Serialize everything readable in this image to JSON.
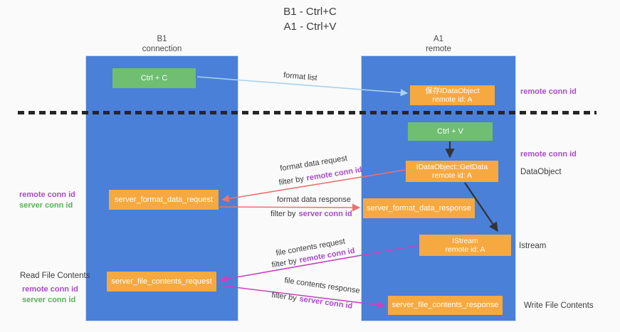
{
  "title": {
    "line1": "B1 - Ctrl+C",
    "line2": "A1 - Ctrl+V"
  },
  "lanes": {
    "left": {
      "name": "B1",
      "role": "connection"
    },
    "right": {
      "name": "A1",
      "role": "remote"
    }
  },
  "boxes": {
    "ctrl_c": {
      "label": "Ctrl + C"
    },
    "save_dataobject": {
      "line1": "保存IDataObject",
      "line2": "remote id: A"
    },
    "ctrl_v": {
      "label": "Ctrl + V"
    },
    "getdata": {
      "line1": "IDataObject::GetData",
      "line2": "remote id: A"
    },
    "format_request": {
      "label": "server_format_data_request"
    },
    "format_response": {
      "label": "server_format_data_response"
    },
    "istream": {
      "line1": "IStream",
      "line2": "remote id: A"
    },
    "file_request": {
      "label": "server_file_contents_request"
    },
    "file_response": {
      "label": "server_file_contents_response"
    }
  },
  "arrow_labels": {
    "format_list": "format list",
    "format_data_request": "format data request",
    "format_data_response": "format data response",
    "file_contents_request": "file contents request",
    "file_contents_response": "file contents response",
    "filter_by": "filter by",
    "remote_conn_id": "remote conn id",
    "server_conn_id": "server conn id"
  },
  "side_labels": {
    "remote_conn_id": "remote conn id",
    "server_conn_id": "server conn id",
    "dataobject": "DataObject",
    "istream": "Istream",
    "read_file_contents": "Read File Contents",
    "write_file_contents": "Write File Contents"
  },
  "colors": {
    "lane_blue": "#4A80D8",
    "box_green": "#6FBE72",
    "box_orange": "#F6A940",
    "arrow_light_blue": "#A8D2EE",
    "arrow_black": "#333333",
    "arrow_red": "#E8736F",
    "arrow_magenta": "#C544C0",
    "conn_id_purple": "#A84BC8",
    "conn_id_green": "#58B158",
    "divider_black": "#262626",
    "background": "#FAFAFA"
  }
}
